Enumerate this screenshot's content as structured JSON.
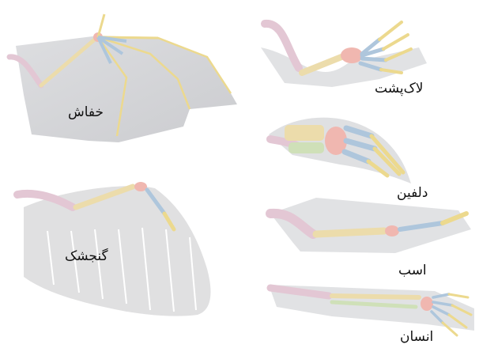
{
  "labels": {
    "bat": "خفاش",
    "turtle": "لاک‌پشت",
    "dolphin": "دلفین",
    "sparrow": "گنجشک",
    "horse": "اسب",
    "human": "انسان"
  },
  "colors": {
    "humerus": "#e3c7d4",
    "radius_ulna": "#ecdcab",
    "carpals": "#f0b7b0",
    "metacarpals": "#aec6dc",
    "phalanges": "#ecd98e",
    "skin": "#cfd0d3",
    "feathers": "#e0e0e1"
  }
}
